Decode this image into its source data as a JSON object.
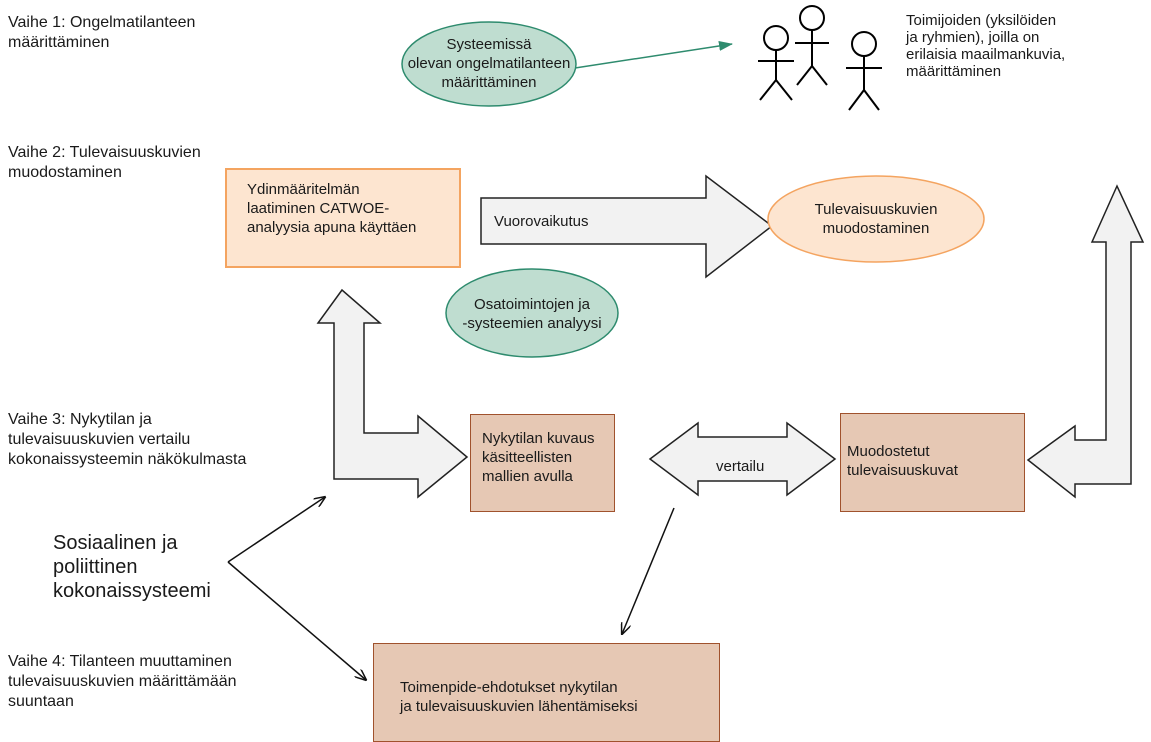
{
  "stages": {
    "s1": "Vaihe 1: Ongelmatilanteen\nmäärittäminen",
    "s2": "Vaihe 2: Tulevaisuuskuvien\nmuodostaminen",
    "s3": "Vaihe 3: Nykytilan ja\ntulevaisuuskuvien vertailu\nkokonaissysteemin näkökulmasta",
    "s4": "Vaihe 4: Tilanteen muuttaminen\ntulevaisuuskuvien määrittämään\nsuuntaan"
  },
  "nodes": {
    "problem_ellipse": "Systeemissä\nolevan ongelmatilanteen\nmäärittäminen",
    "actors_text": "Toimijoiden (yksilöiden\nja ryhmien), joilla on\nerilaisia maailmankuvia,\nmäärittäminen",
    "root_definition": "Ydinmääritelmän\nlaatiminen CATWOE-\nanalyysia apuna käyttäen",
    "interaction": "Vuorovaikutus",
    "future_ellipse": "Tulevaisuuskuvien\nmuodostaminen",
    "subsystems_ellipse": "Osatoimintojen  ja\n-systeemien analyysi",
    "current_state": "Nykytilan kuvaus\nkäsitteellisten\nmallien avulla",
    "comparison": "vertailu",
    "future_images": "Muodostetut\ntulevaisuuskuvat",
    "actions": "Toimenpide-ehdotukset nykytilan\nja tulevaisuuskuvien lähentämiseksi",
    "social_system": "Sosiaalinen ja\npoliittinen\nkokonaissysteemi"
  },
  "colors": {
    "green_fill": "#bfddd0",
    "green_stroke": "#2e8b6e",
    "orange_fill": "#fde5d0",
    "orange_stroke": "#f4a460",
    "brown_fill": "#e6c8b4",
    "brown_stroke": "#a0522d",
    "arrow_fill": "#f2f2f2",
    "arrow_stroke": "#222222"
  }
}
